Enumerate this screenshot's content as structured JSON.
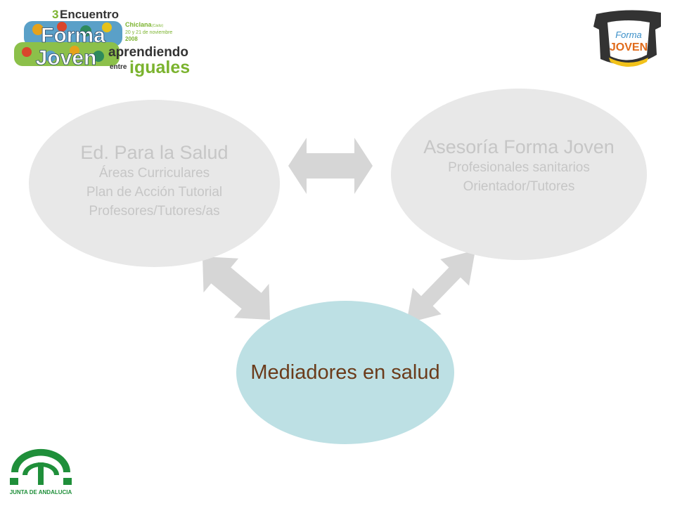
{
  "header": {
    "event_logo": {
      "ordinal": "3",
      "event_word": "Encuentro",
      "brand_line1": "Forma",
      "brand_line2": "Joven",
      "location": "Chiclana",
      "location_note": "(Cádiz)",
      "dates": "20 y 21 de noviembre",
      "year": "2008",
      "slogan_1": "aprendiendo",
      "slogan_2": "entre",
      "slogan_3": "iguales"
    },
    "brand_badge": {
      "line1": "Forma",
      "line2": "JOVEN"
    }
  },
  "diagram": {
    "left_node": {
      "title": "Ed. Para la Salud",
      "lines": [
        "Áreas Curriculares",
        "Plan de Acción Tutorial",
        "Profesores/Tutores/as"
      ]
    },
    "right_node": {
      "title": "Asesoría Forma Joven",
      "lines": [
        "Profesionales sanitarios",
        "Orientador/Tutores"
      ]
    },
    "bottom_node": {
      "title": "Mediadores en salud"
    },
    "colors": {
      "node_gray": "#e8e8e8",
      "node_text_gray": "#c6c6c6",
      "node_teal": "#bde0e4",
      "bottom_text": "#6b3b1a",
      "arrow": "#d6d6d6"
    }
  },
  "footer": {
    "junta_logo_text": "JUNTA DE ANDALUCIA"
  }
}
